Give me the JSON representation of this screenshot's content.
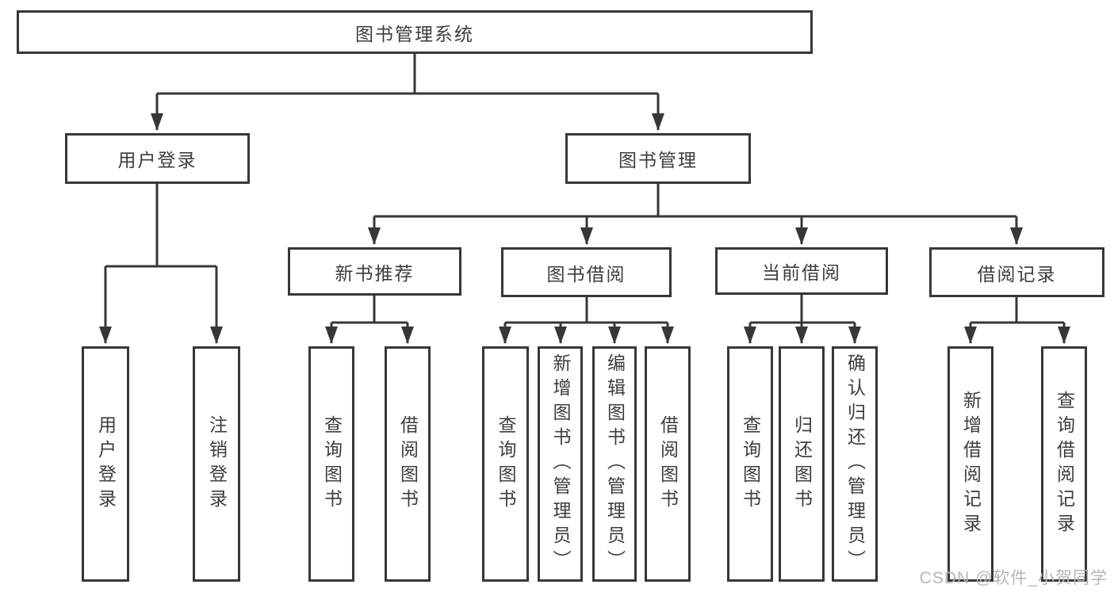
{
  "diagram": {
    "root": {
      "label": "图书管理系统"
    },
    "level2": [
      {
        "label": "用户登录"
      },
      {
        "label": "图书管理"
      }
    ],
    "level3": [
      {
        "label": "新书推荐"
      },
      {
        "label": "图书借阅"
      },
      {
        "label": "当前借阅"
      },
      {
        "label": "借阅记录"
      }
    ],
    "leaves": [
      {
        "label": "用户登录"
      },
      {
        "label": "注销登录"
      },
      {
        "label": "查询图书"
      },
      {
        "label": "借阅图书"
      },
      {
        "label": "查询图书"
      },
      {
        "label": "新增图书（管理员）"
      },
      {
        "label": "编辑图书（管理员）"
      },
      {
        "label": "借阅图书"
      },
      {
        "label": "查询图书"
      },
      {
        "label": "归还图书"
      },
      {
        "label": "确认归还（管理员）"
      },
      {
        "label": "新增借阅记录"
      },
      {
        "label": "查询借阅记录"
      }
    ]
  },
  "watermark": {
    "text": "CSDN @软件_小贺同学"
  },
  "colors": {
    "line": "#373737",
    "text": "#3d3d3d",
    "watermark": "#b5b5b5",
    "background": "#ffffff"
  }
}
